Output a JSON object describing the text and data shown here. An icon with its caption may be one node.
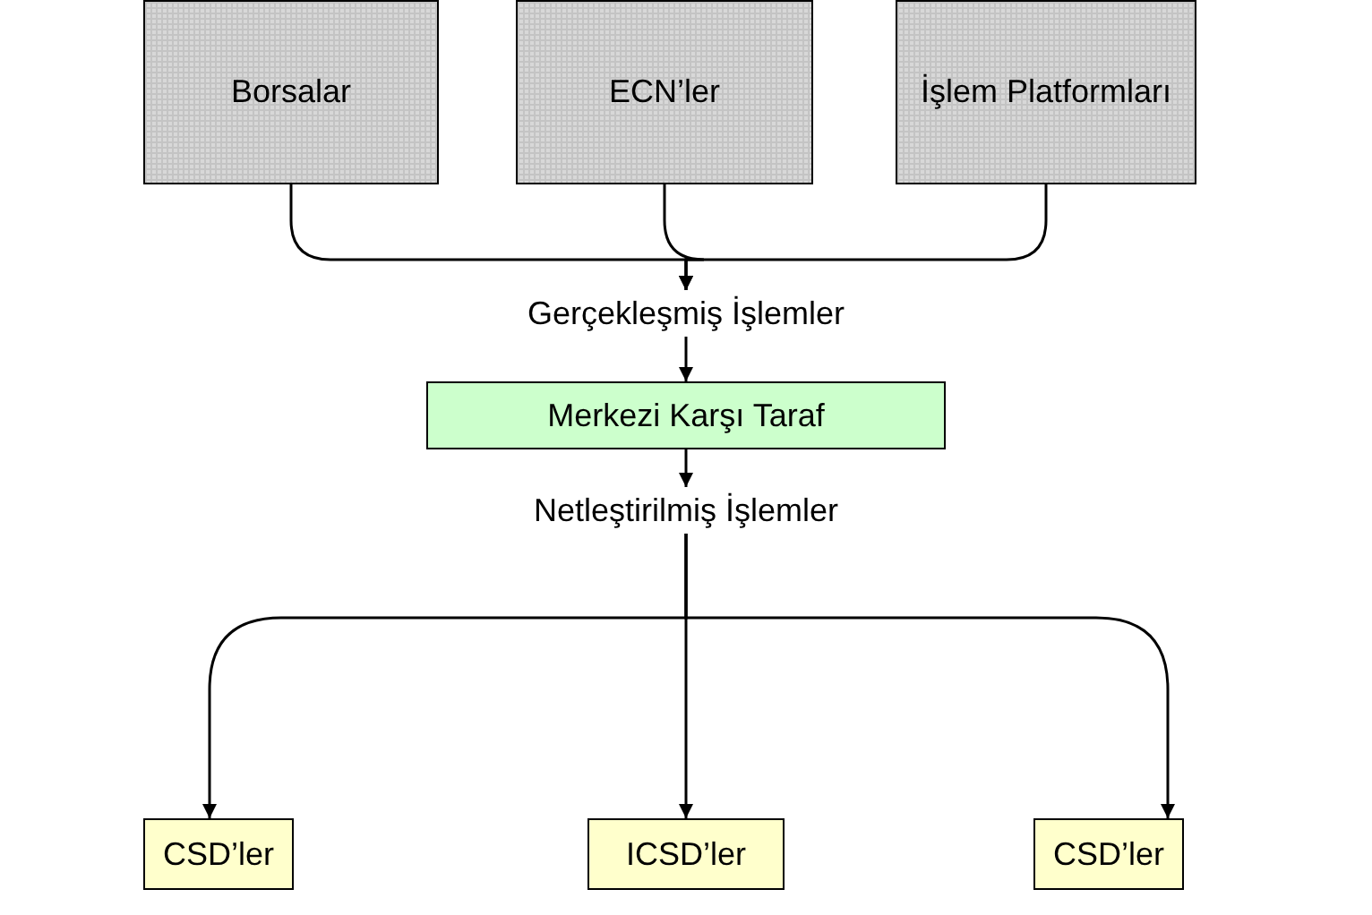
{
  "diagram": {
    "nodes": [
      {
        "text": [
          "Borsalar"
        ]
      },
      {
        "text": [
          "ECN’ler"
        ]
      },
      {
        "text": [
          "İşlem Platformları"
        ]
      },
      {
        "text": [
          "Gerçekleşmiş İşlemler"
        ]
      },
      {
        "text": [
          "Merkezi Karşı Taraf"
        ]
      },
      {
        "text": [
          "Netleştirilmiş İşlemler"
        ]
      },
      {
        "text": [
          "CSD’ler"
        ]
      },
      {
        "text": [
          "ICSD’ler"
        ]
      },
      {
        "text": [
          "CSD’ler"
        ]
      }
    ],
    "edges": [
      {
        "from": 0,
        "to": 3,
        "arrow": "to"
      },
      {
        "from": 1,
        "to": 3,
        "arrow": "to"
      },
      {
        "from": 2,
        "to": 3,
        "arrow": "to"
      },
      {
        "from": 3,
        "to": 4,
        "arrow": "to"
      },
      {
        "from": 4,
        "to": 5,
        "arrow": "to"
      },
      {
        "from": 5,
        "to": 6,
        "arrow": "to"
      },
      {
        "from": 5,
        "to": 7,
        "arrow": "to"
      },
      {
        "from": 5,
        "to": 8,
        "arrow": "to"
      }
    ]
  }
}
